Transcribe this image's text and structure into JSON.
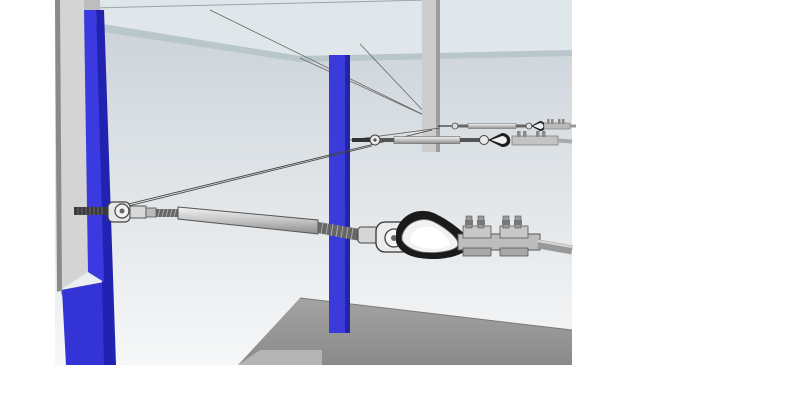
{
  "figure": {
    "kind": "3d-rigging-illustration",
    "description_labels": [],
    "colors": {
      "background": "#ffffff",
      "sky_top": "#cfd6dc",
      "sky_bottom": "#f4f5f6",
      "canopy": "#dde6ea",
      "canopy_edge": "#bcc9cf",
      "blue_post": "#3a3ad8",
      "blue_post_dark": "#2323b0",
      "grey_post": "#c9c9c9",
      "wall_panel": "#d2d2d2",
      "slab": "#9a9a9a",
      "cable": "#333333",
      "steel_light": "#e6e6e6",
      "steel_mid": "#b0b0b0",
      "steel_dark": "#555555"
    },
    "components": [
      "turnbuckle",
      "jaw-end-fitting",
      "eye-fitting",
      "thimble",
      "wire-rope-clips",
      "steel-cable"
    ]
  }
}
